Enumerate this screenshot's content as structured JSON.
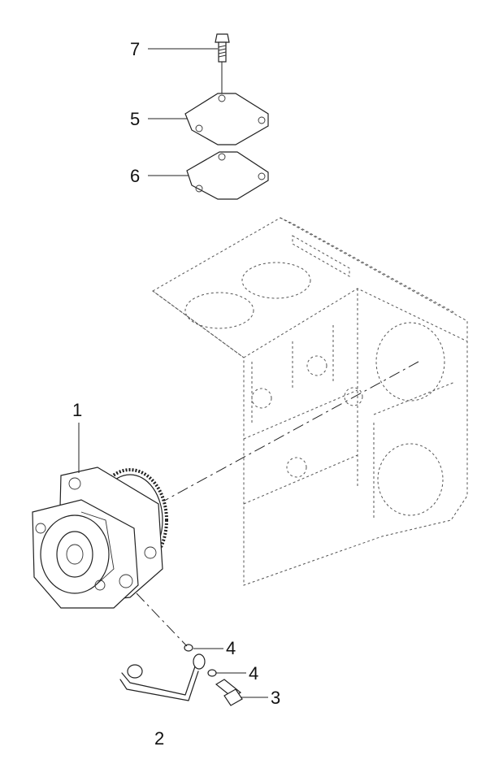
{
  "callouts": {
    "c1": "1",
    "c2": "2",
    "c3": "3",
    "c4a": "4",
    "c4b": "4",
    "c5": "5",
    "c6": "6",
    "c7": "7"
  }
}
